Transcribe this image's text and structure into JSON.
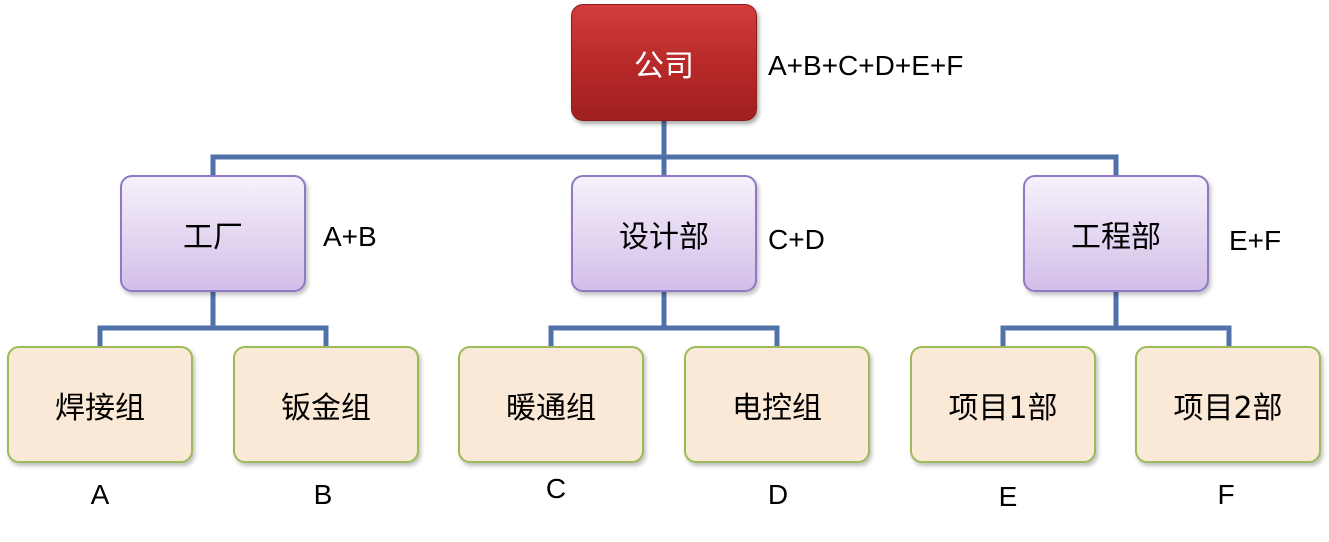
{
  "root": {
    "label": "公司",
    "sum": "A+B+C+D+E+F"
  },
  "departments": [
    {
      "label": "工厂",
      "sum": "A+B",
      "groups": [
        {
          "label": "焊接组",
          "code": "A"
        },
        {
          "label": "钣金组",
          "code": "B"
        }
      ]
    },
    {
      "label": "设计部",
      "sum": "C+D",
      "groups": [
        {
          "label": "暖通组",
          "code": "C"
        },
        {
          "label": "电控组",
          "code": "D"
        }
      ]
    },
    {
      "label": "工程部",
      "sum": "E+F",
      "groups": [
        {
          "label": "项目1部",
          "code": "E"
        },
        {
          "label": "项目2部",
          "code": "F"
        }
      ]
    }
  ],
  "colors": {
    "connector": "#4f73a8",
    "root_fill": "#b72828",
    "department_fill": "#e3d5f1",
    "department_border": "#8f79c4",
    "group_fill": "#fbe9d7",
    "group_border": "#9bbb59"
  }
}
